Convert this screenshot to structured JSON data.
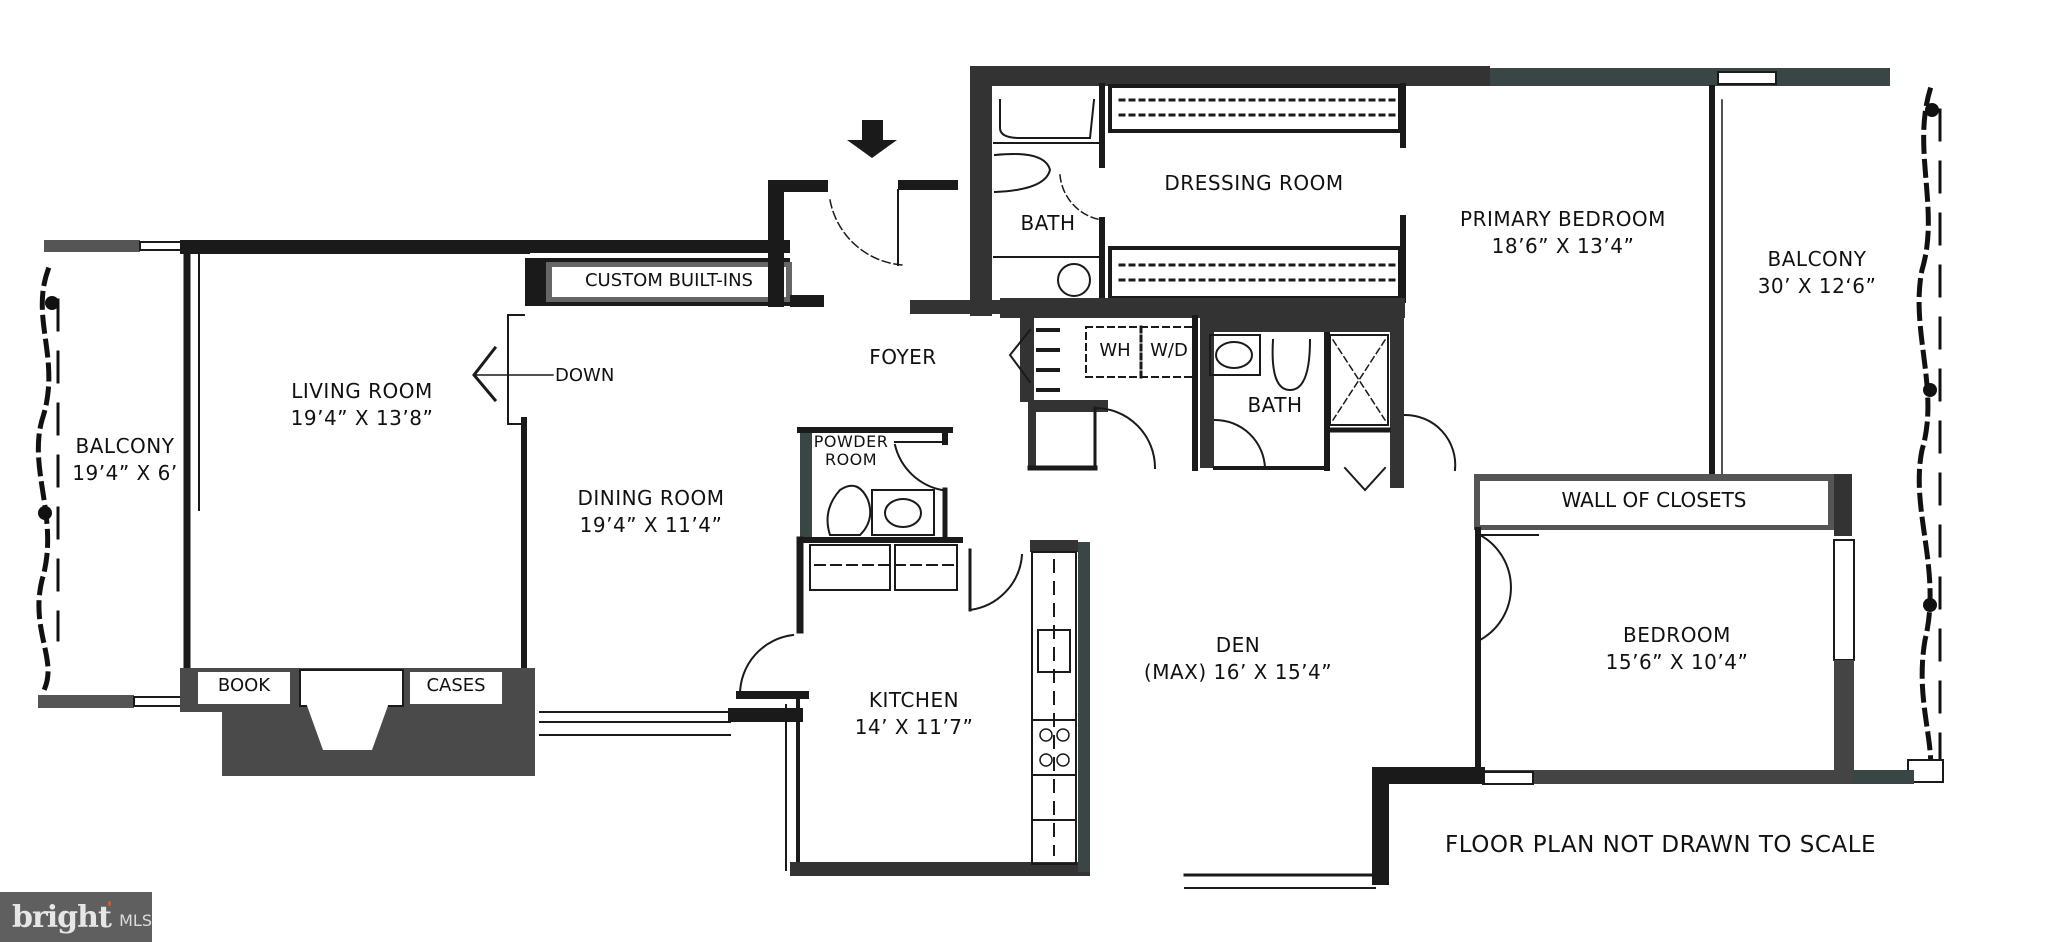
{
  "plan": {
    "rooms": {
      "living": {
        "name": "LIVING ROOM",
        "dims": "19’4” X 13’8”"
      },
      "balcony_left": {
        "name": "BALCONY",
        "dims": "19’4” X 6’"
      },
      "dining": {
        "name": "DINING ROOM",
        "dims": "19’4” X 11’4”"
      },
      "foyer": {
        "name": "FOYER"
      },
      "powder": {
        "name": "POWDER ROOM",
        "line1": "POWDER",
        "line2": "ROOM"
      },
      "kitchen": {
        "name": "KITCHEN",
        "dims": "14’ X 11’7”"
      },
      "den": {
        "name": "DEN",
        "dims": "(MAX) 16’ X 15’4”"
      },
      "dressing": {
        "name": "DRESSING ROOM"
      },
      "bath_primary": {
        "name": "BATH"
      },
      "bath_hall": {
        "name": "BATH"
      },
      "primary_bedroom": {
        "name": "PRIMARY BEDROOM",
        "dims": "18’6” X 13’4”"
      },
      "balcony_right": {
        "name": "BALCONY",
        "dims": "30’ X 12‘6”"
      },
      "bedroom": {
        "name": "BEDROOM",
        "dims": "15’6” X 10’4”"
      }
    },
    "fixtures": {
      "custom_builtins": "CUSTOM BUILT-INS",
      "book": "BOOK",
      "cases": "CASES",
      "wall_of_closets": "WALL OF CLOSETS",
      "wh": "WH",
      "wd": "W/D",
      "stairs_down": "DOWN"
    },
    "note": "FLOOR PLAN NOT DRAWN TO SCALE",
    "colors": {
      "wall_dark": "#1a1a1a",
      "wall_gray": "#4a4a4a",
      "builtin_border": "#666666",
      "background": "#ffffff"
    }
  },
  "watermark": {
    "brand": "bright",
    "suffix": "MLS",
    "accent": "#e0562a"
  }
}
